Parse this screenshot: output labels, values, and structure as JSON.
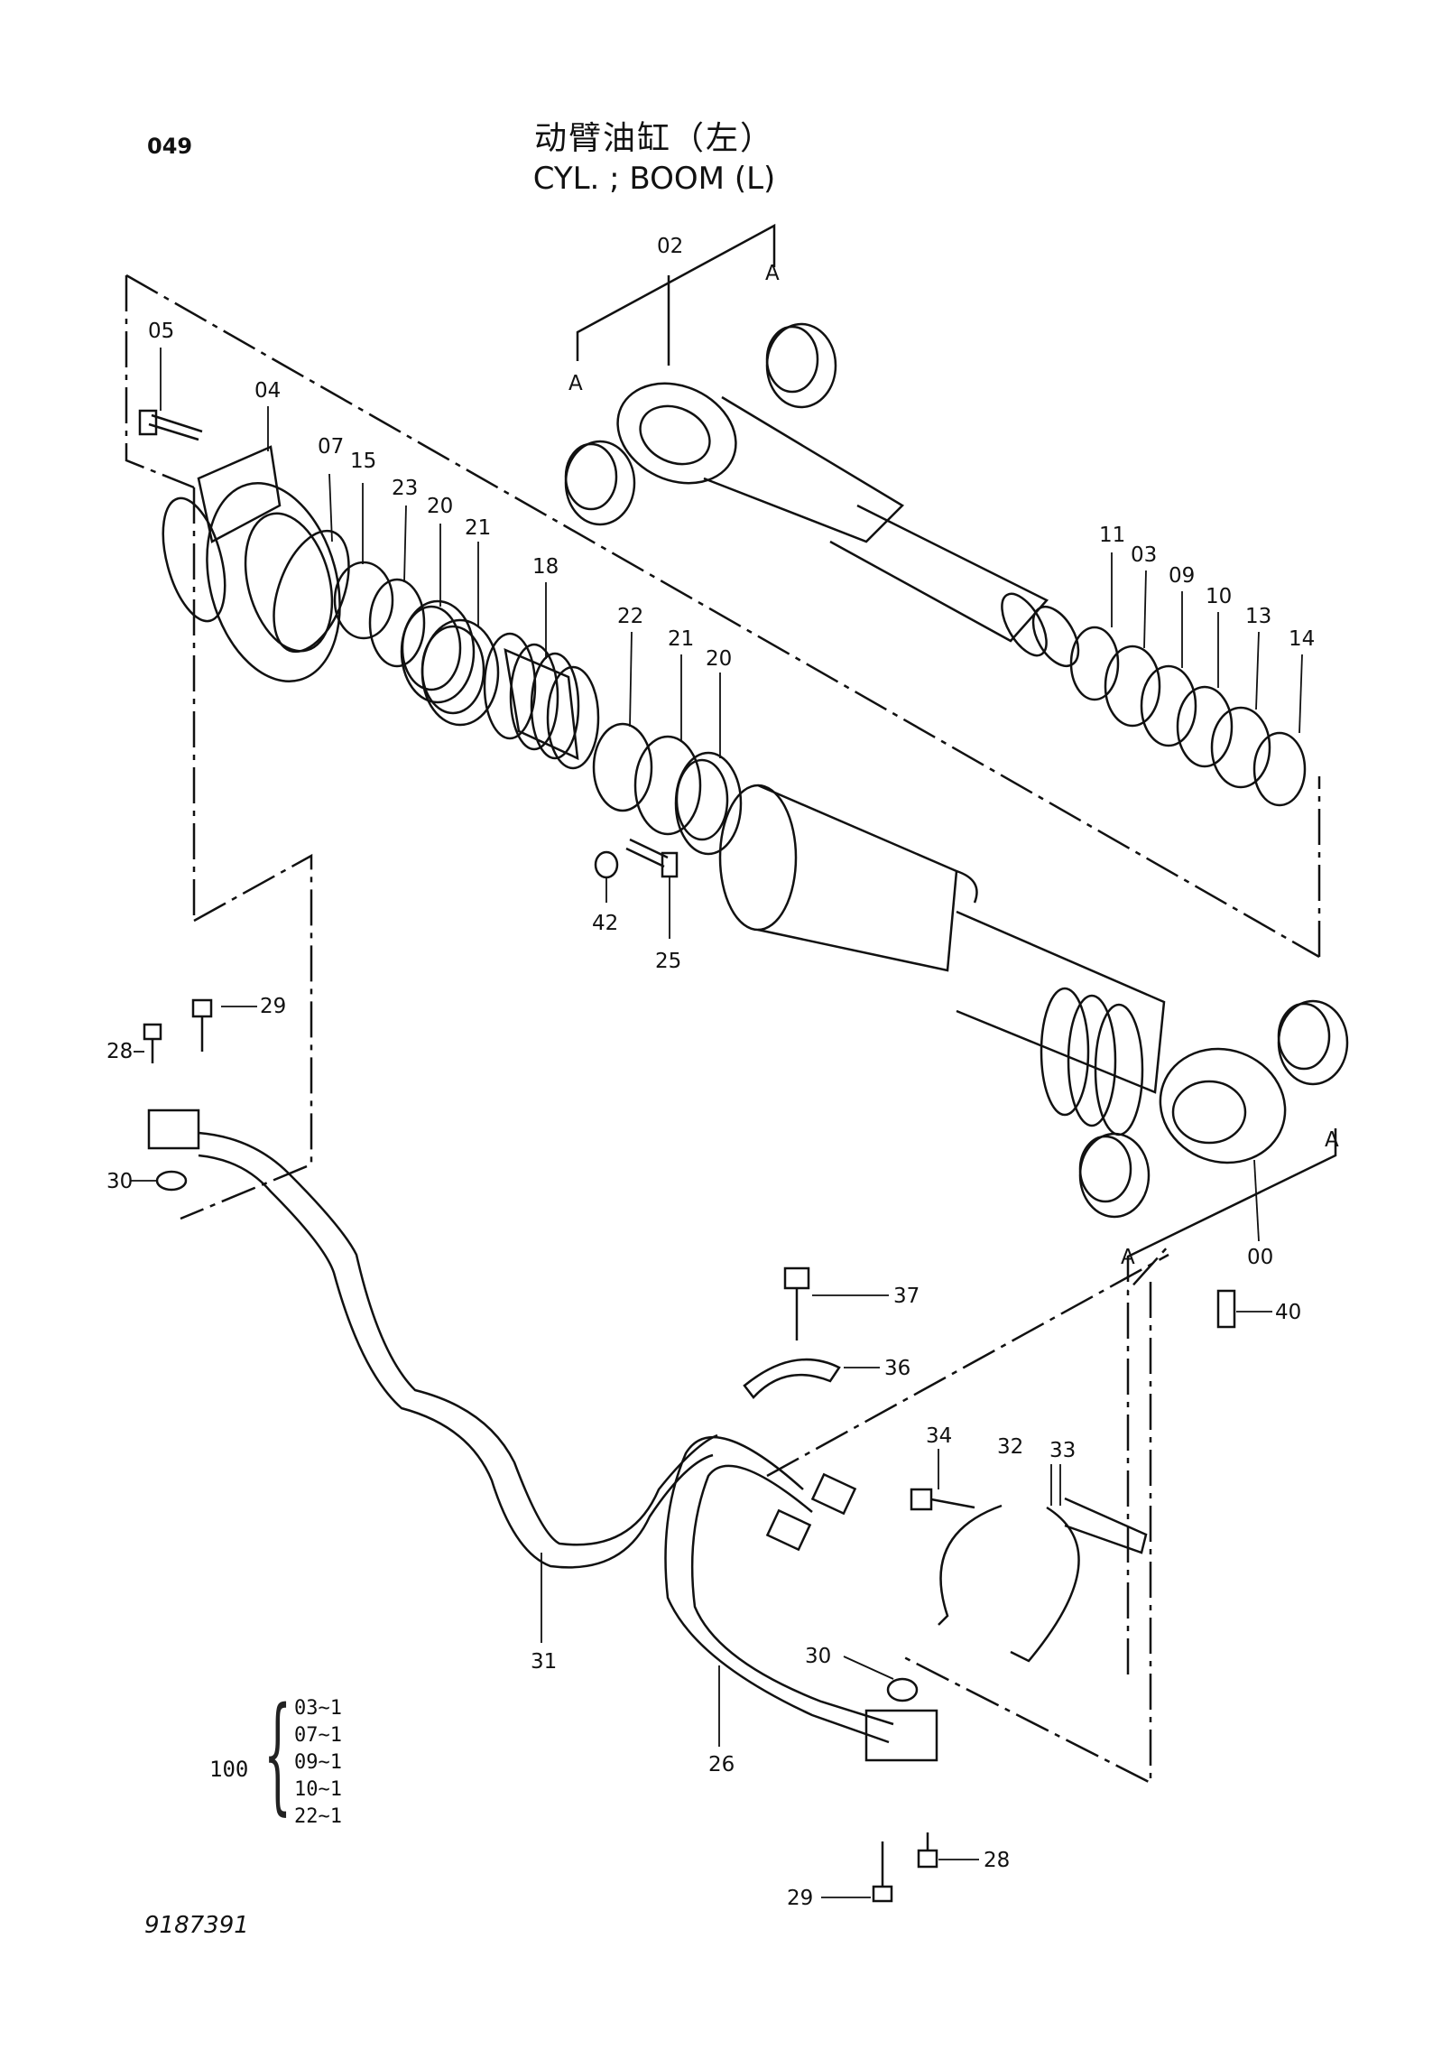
{
  "page": {
    "number": "049",
    "title_cn": "动臂油缸（左）",
    "title_en": "CYL. ; BOOM (L)",
    "doc_code": "9187391"
  },
  "kit": {
    "main": "100",
    "items": [
      "03~1",
      "07~1",
      "09~1",
      "10~1",
      "22~1"
    ]
  },
  "parts": {
    "p00": "00",
    "p02": "02",
    "p03": "03",
    "p04": "04",
    "p05": "05",
    "p07": "07",
    "p09": "09",
    "p10": "10",
    "p11": "11",
    "p13": "13",
    "p14": "14",
    "p15": "15",
    "p18": "18",
    "p20a": "20",
    "p20b": "20",
    "p21a": "21",
    "p21b": "21",
    "p22": "22",
    "p23": "23",
    "p25": "25",
    "p26": "26",
    "p28a": "28",
    "p28b": "28",
    "p29a": "29",
    "p29b": "29",
    "p30a": "30",
    "p30b": "30",
    "p31": "31",
    "p32": "32",
    "p33": "33",
    "p34": "34",
    "p36": "36",
    "p37": "37",
    "p40": "40",
    "p42": "42"
  },
  "refs": {
    "A": "A"
  },
  "colors": {
    "ink": "#111111",
    "paper": "#ffffff"
  }
}
